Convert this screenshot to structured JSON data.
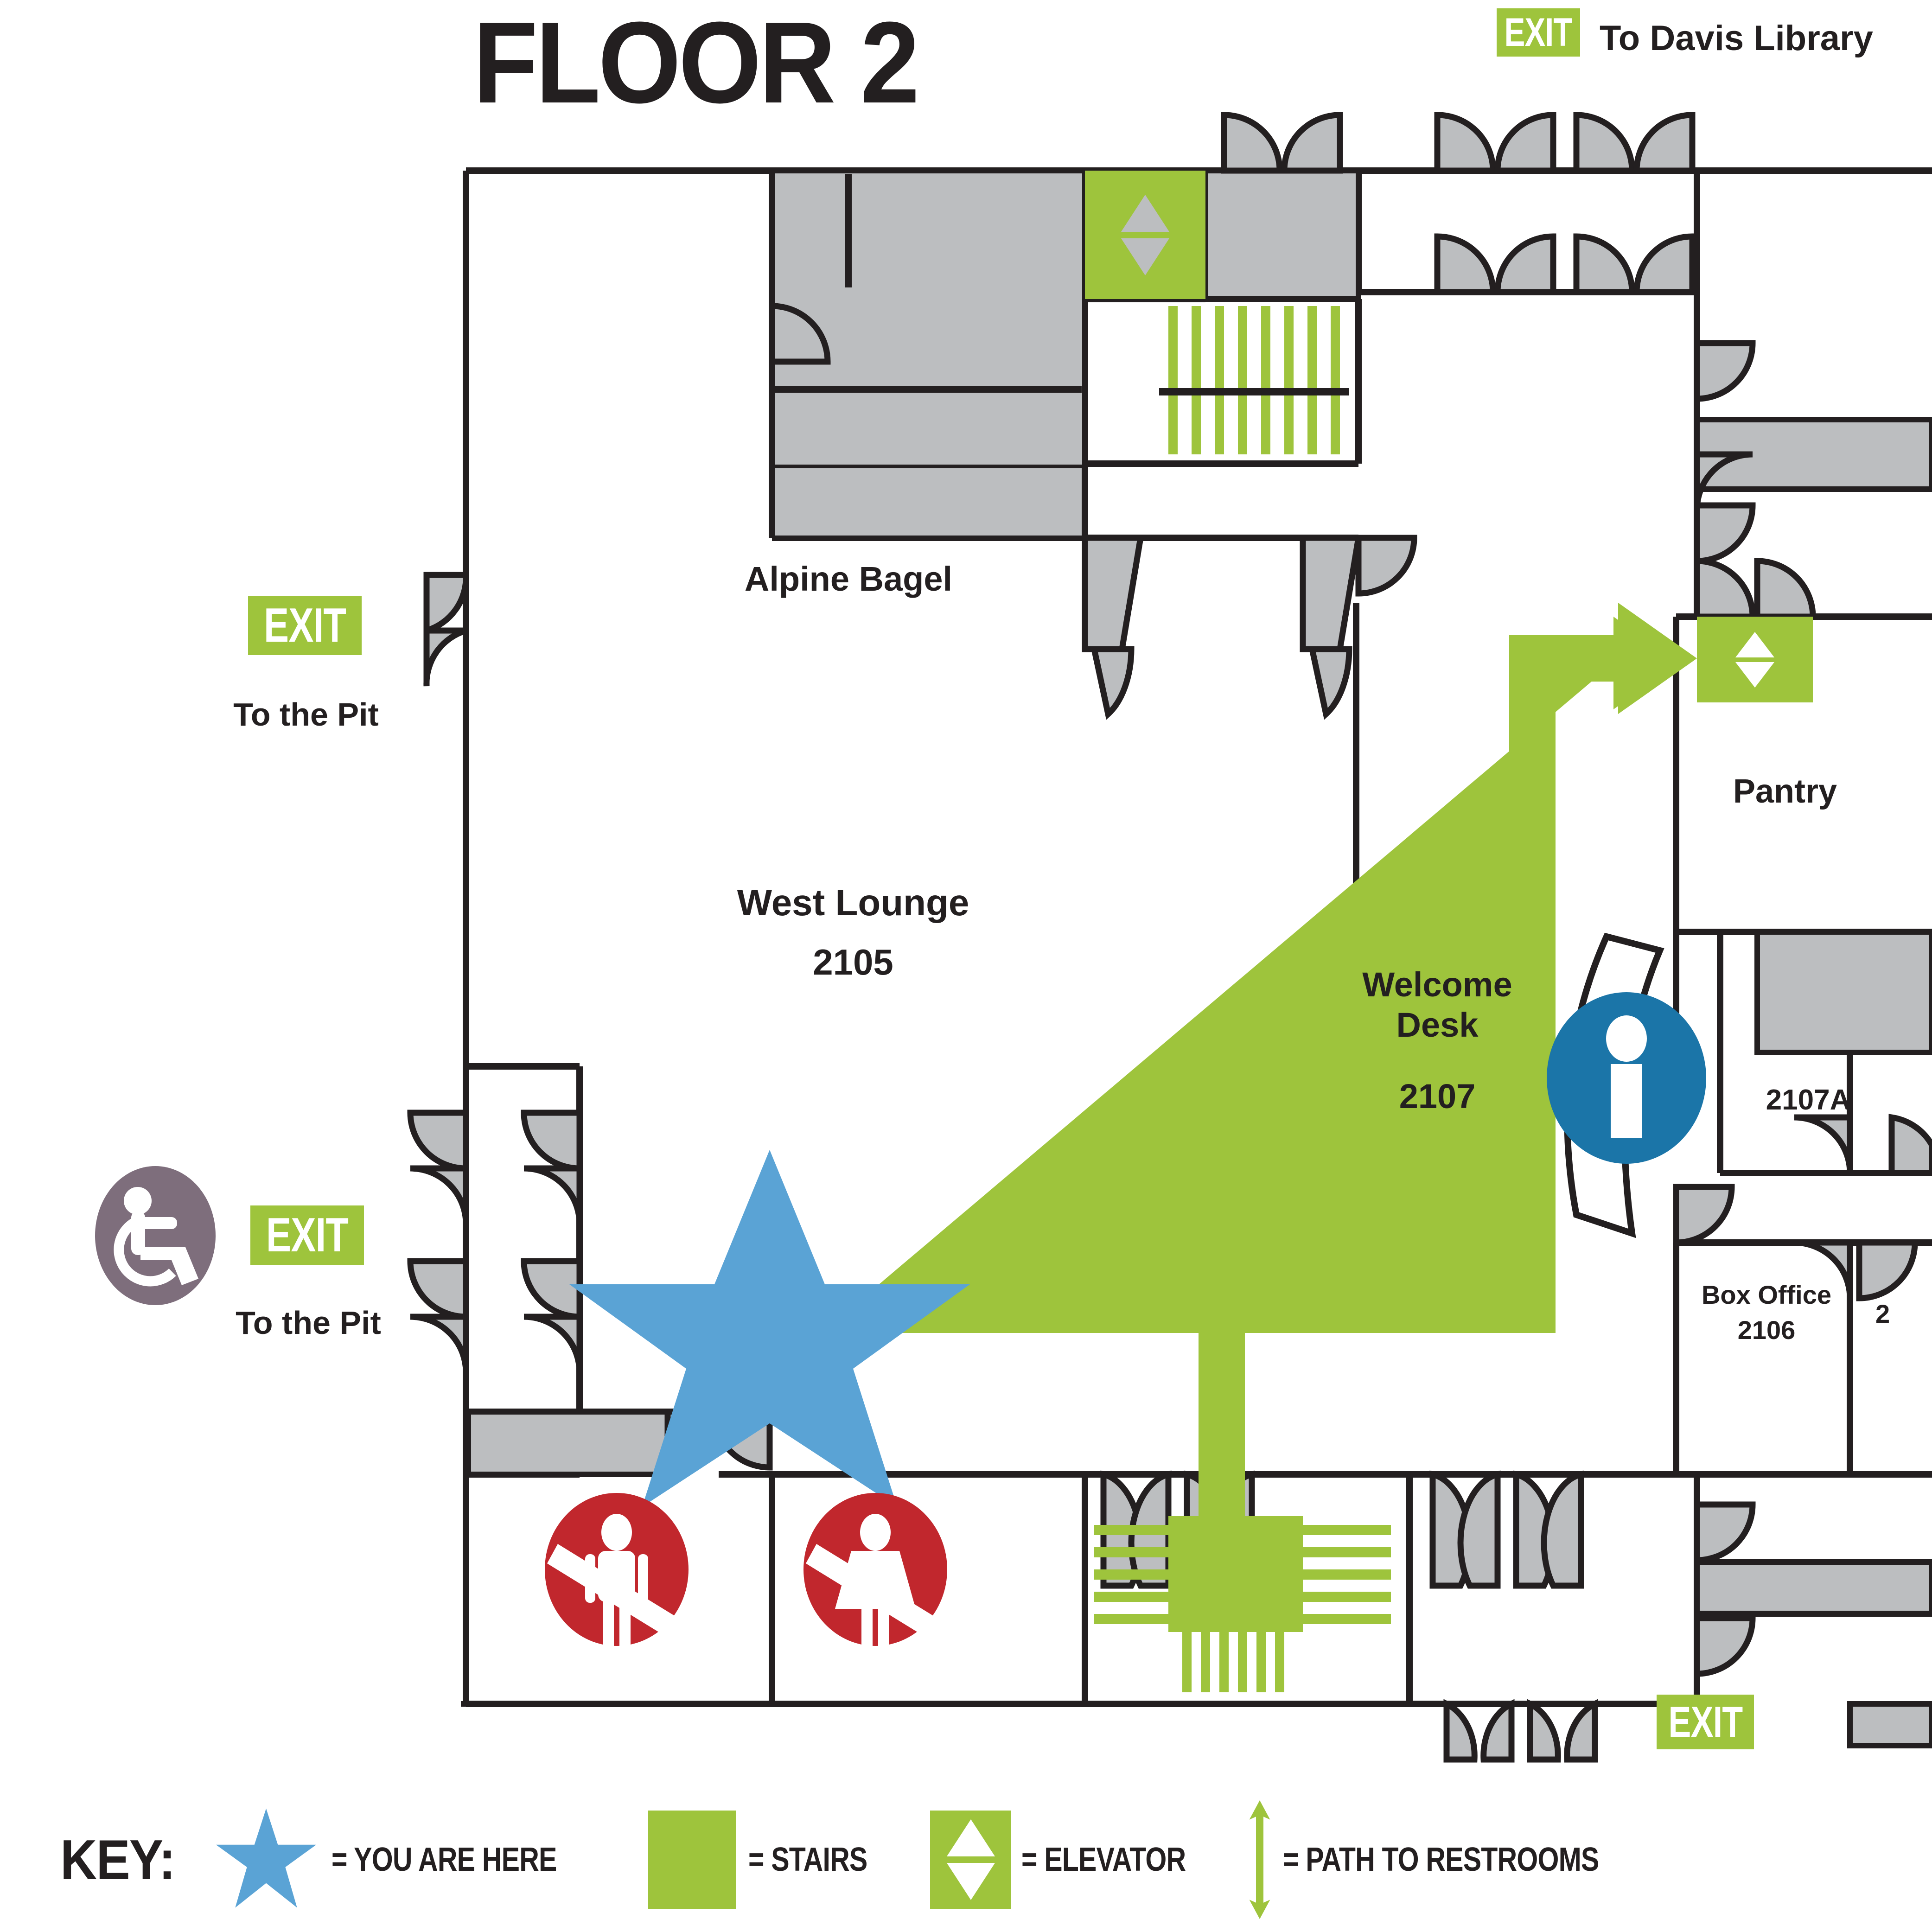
{
  "title": "FLOOR 2",
  "colors": {
    "green": "#9EC43C",
    "blue_star": "#5AA3D5",
    "info_blue": "#1B75A8",
    "restroom_red": "#C1272D",
    "accessible_purple": "#7E6E7C",
    "wall_black": "#231f20",
    "door_gray": "#BCBEC0"
  },
  "exits": [
    {
      "id": "exit-davis-library",
      "label": "EXIT",
      "destination": "To Davis Library"
    },
    {
      "id": "exit-pit-upper",
      "label": "EXIT",
      "destination": "To the Pit"
    },
    {
      "id": "exit-pit-accessible",
      "label": "EXIT",
      "destination": "To the Pit",
      "accessible": true
    },
    {
      "id": "exit-bottom-right",
      "label": "EXIT",
      "destination": ""
    }
  ],
  "rooms": [
    {
      "id": "alpine-bagel",
      "name": "Alpine Bagel",
      "number": ""
    },
    {
      "id": "west-lounge",
      "name": "West Lounge",
      "number": "2105"
    },
    {
      "id": "welcome-desk",
      "name": "Welcome Desk",
      "number": "2107"
    },
    {
      "id": "pantry",
      "name": "Pantry",
      "number": ""
    },
    {
      "id": "room-2107a",
      "name": "",
      "number": "2107A"
    },
    {
      "id": "box-office",
      "name": "Box Office",
      "number": "2106"
    },
    {
      "id": "room-2-partial",
      "name": "",
      "number": "2"
    }
  ],
  "markers": {
    "you_are_here": "star",
    "information": "i",
    "restroom_men_closed": "no-men-restroom",
    "restroom_women_closed": "no-women-restroom",
    "accessible": "wheelchair"
  },
  "key": {
    "title": "KEY:",
    "items": [
      {
        "id": "key-you-are-here",
        "swatch": "blue-star",
        "label": "= YOU ARE HERE"
      },
      {
        "id": "key-stairs",
        "swatch": "green-square",
        "label": "= STAIRS"
      },
      {
        "id": "key-elevator",
        "swatch": "elevator-box",
        "label": "= ELEVATOR"
      },
      {
        "id": "key-path",
        "swatch": "green-double-arrow",
        "label": "= PATH TO RESTROOMS"
      }
    ]
  }
}
